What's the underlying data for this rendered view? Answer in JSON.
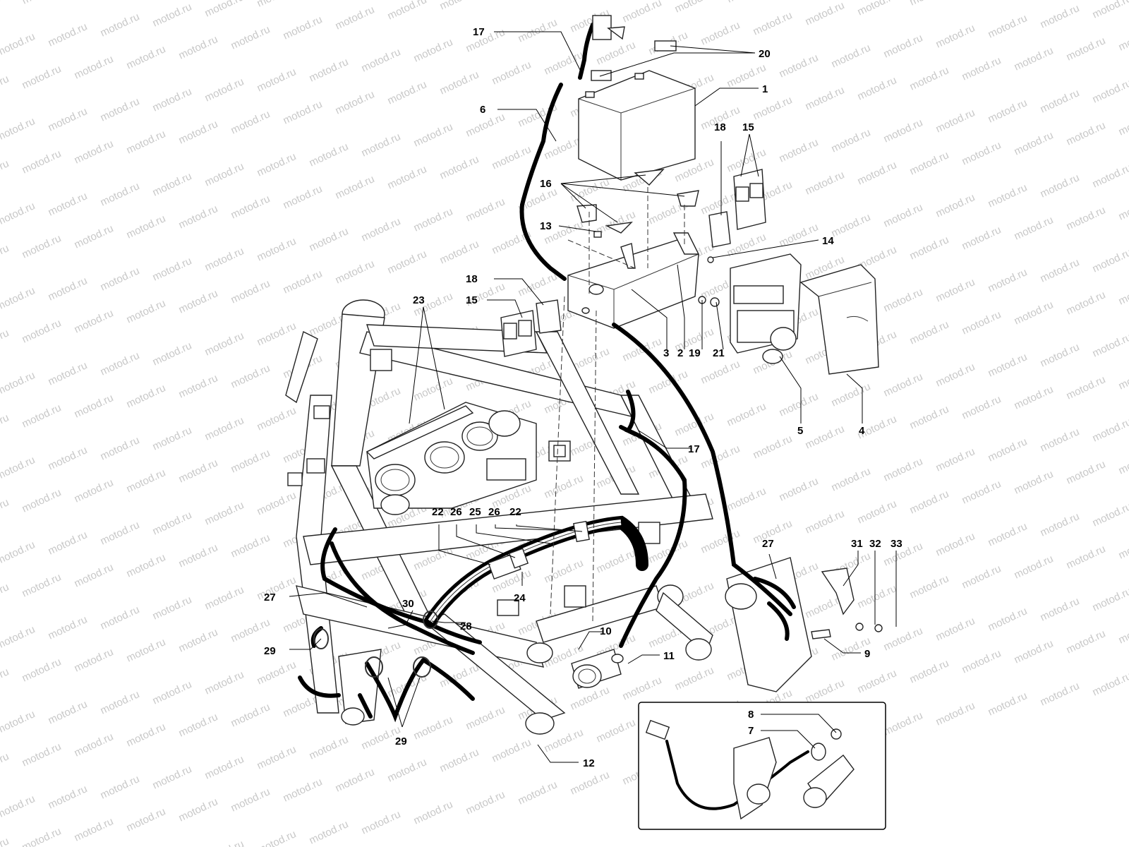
{
  "watermark": {
    "text": "motod.ru",
    "color": "#c8c8c8"
  },
  "parts": [
    {
      "id": "17a",
      "text": "17"
    },
    {
      "id": "20",
      "text": "20"
    },
    {
      "id": "1",
      "text": "1"
    },
    {
      "id": "6",
      "text": "6"
    },
    {
      "id": "18a",
      "text": "18"
    },
    {
      "id": "15a",
      "text": "15"
    },
    {
      "id": "16",
      "text": "16"
    },
    {
      "id": "13",
      "text": "13"
    },
    {
      "id": "14",
      "text": "14"
    },
    {
      "id": "18b",
      "text": "18"
    },
    {
      "id": "15b",
      "text": "15"
    },
    {
      "id": "23",
      "text": "23"
    },
    {
      "id": "3",
      "text": "3"
    },
    {
      "id": "2",
      "text": "2"
    },
    {
      "id": "19",
      "text": "19"
    },
    {
      "id": "21",
      "text": "21"
    },
    {
      "id": "5",
      "text": "5"
    },
    {
      "id": "4",
      "text": "4"
    },
    {
      "id": "17b",
      "text": "17"
    },
    {
      "id": "22a",
      "text": "22"
    },
    {
      "id": "26a",
      "text": "26"
    },
    {
      "id": "25",
      "text": "25"
    },
    {
      "id": "26b",
      "text": "26"
    },
    {
      "id": "22b",
      "text": "22"
    },
    {
      "id": "27a",
      "text": "27"
    },
    {
      "id": "31",
      "text": "31"
    },
    {
      "id": "32",
      "text": "32"
    },
    {
      "id": "33",
      "text": "33"
    },
    {
      "id": "27b",
      "text": "27"
    },
    {
      "id": "30",
      "text": "30"
    },
    {
      "id": "24",
      "text": "24"
    },
    {
      "id": "28",
      "text": "28"
    },
    {
      "id": "10",
      "text": "10"
    },
    {
      "id": "9",
      "text": "9"
    },
    {
      "id": "29a",
      "text": "29"
    },
    {
      "id": "11",
      "text": "11"
    },
    {
      "id": "29b",
      "text": "29"
    },
    {
      "id": "12",
      "text": "12"
    },
    {
      "id": "8",
      "text": "8"
    },
    {
      "id": "7",
      "text": "7"
    }
  ]
}
